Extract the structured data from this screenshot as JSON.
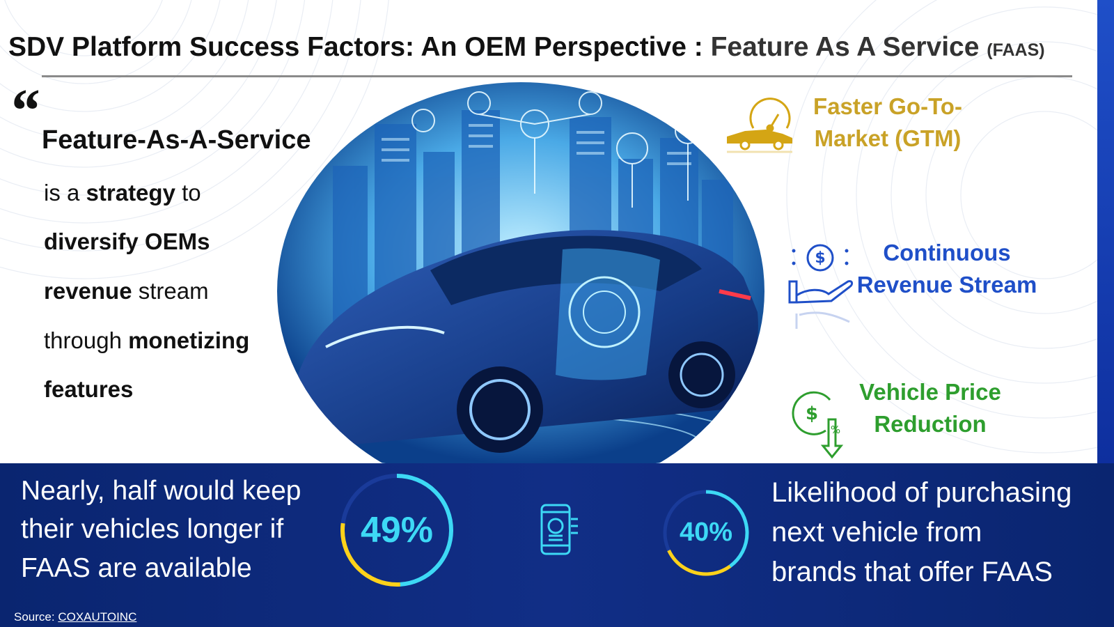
{
  "title": {
    "part1": "SDV Platform Success Factors: An OEM Perspective : ",
    "part2": "Feature As A Service ",
    "part3": "(FAAS)"
  },
  "quote": {
    "mark": "“",
    "heading": "Feature-As-A-Service",
    "lines": [
      {
        "pre": "is a ",
        "bold": "strategy",
        "post": " to"
      },
      {
        "pre": "",
        "bold": "diversify OEMs",
        "post": ""
      },
      {
        "pre": "",
        "bold": "revenue",
        "post": " stream"
      },
      {
        "pre": "through ",
        "bold": "monetizing",
        "post": ""
      },
      {
        "pre": "",
        "bold": "features",
        "post": ""
      }
    ]
  },
  "benefits": [
    {
      "line1": "Faster Go-To-",
      "line2": "Market (GTM)",
      "color": "#c9a227",
      "icon": "speed-car-icon"
    },
    {
      "line1": "Continuous",
      "line2": "Revenue Stream",
      "color": "#1f4fc8",
      "icon": "hand-money-icon"
    },
    {
      "line1": "Vehicle Price",
      "line2": "Reduction",
      "color": "#2e9e2e",
      "icon": "price-down-icon"
    }
  ],
  "stats": [
    {
      "value": "49%",
      "fraction": 0.49,
      "text_lines": [
        "Nearly, half would keep",
        "their vehicles longer if",
        "FAAS are available"
      ]
    },
    {
      "value": "40%",
      "fraction": 0.4,
      "text_lines": [
        "Likelihood of purchasing",
        "next vehicle from",
        "brands that offer FAAS"
      ]
    }
  ],
  "center_icon": "phone-app-icon",
  "source": {
    "label": "Source: ",
    "link": "COXAUTOINC"
  },
  "colors": {
    "ring_accent": "#ffd21a",
    "ring_primary": "#3dd9f5",
    "bottom_band": "#112e86"
  }
}
